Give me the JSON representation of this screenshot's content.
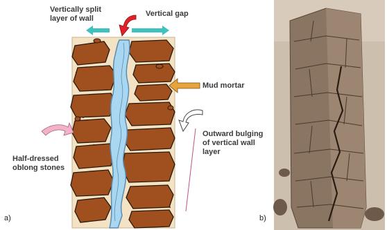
{
  "panel_a": {
    "letter": "a)",
    "labels": {
      "vertically_split": "Vertically split\nlayer of wall",
      "vertical_gap": "Vertical gap",
      "mud_mortar": "Mud mortar",
      "outward_bulging": "Outward bulging\nof vertical wall\nlayer",
      "half_dressed": "Half-dressed\noblong stones"
    }
  },
  "panel_b": {
    "letter": "b)"
  },
  "colors": {
    "stone": "#a0501f",
    "stone_outline": "#2a1808",
    "mortar": "#f3e3c4",
    "gap_water": "#a9d7f2",
    "gap_outline": "#5c8db0",
    "split_arrow": "#3fc1c0",
    "red_arrow": "#e0202b",
    "orange_arrow": "#e7a43c",
    "pink_arrow": "#f3b2c9",
    "photo_stone": "#8a7462"
  }
}
